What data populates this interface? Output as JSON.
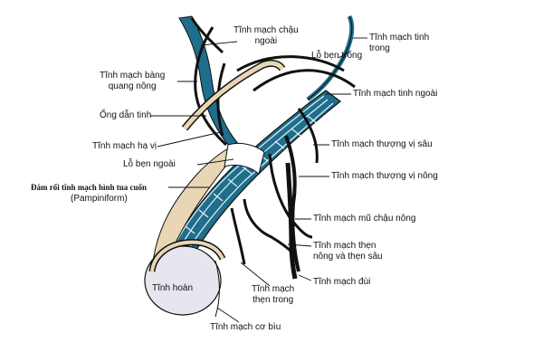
{
  "colors": {
    "vein": "#1f6e8c",
    "vein_dark": "#0f4a62",
    "duct": "#e8d6b4",
    "testis": "#e6e6ee",
    "ink": "#111111"
  },
  "labels": {
    "external_iliac_vein": "Tĩnh mạch chậu\nngoài",
    "internal_spermatic_vein": "Tĩnh mạch tinh\ntrong",
    "deep_inguinal_ring": "Lỗ bẹn trong",
    "superficial_vesical_vein": "Tĩnh mạch bàng\nquang nông",
    "external_spermatic_vein": "Tĩnh mạch tinh ngoài",
    "vas_deferens": "Ống dẫn tinh",
    "deep_epigastric_vein": "Tĩnh mạch thượng vị sâu",
    "hypogastric_vein": "Tĩnh mạch hạ vị",
    "superficial_inguinal_ring": "Lỗ bẹn ngoài",
    "superficial_epigastric_vein": "Tĩnh mạch thượng vị nông",
    "pampiniform_plexus": "Đám rối tĩnh mạch hình tua cuốn",
    "pampiniform_plexus_sub": "(Pampiniform)",
    "superficial_circumflex_iliac_vein": "Tĩnh mạch mũ chậu nông",
    "superficial_deep_penile_vein": "Tĩnh mạch thẹn\nnông và thẹn sâu",
    "testis": "Tĩnh hoàn",
    "internal_pudendal_vein": "Tĩnh mạch\nthẹn trong",
    "femoral_vein": "Tĩnh mạch đùi",
    "cremasteric_vein": "Tĩnh mạch cơ bìu"
  }
}
